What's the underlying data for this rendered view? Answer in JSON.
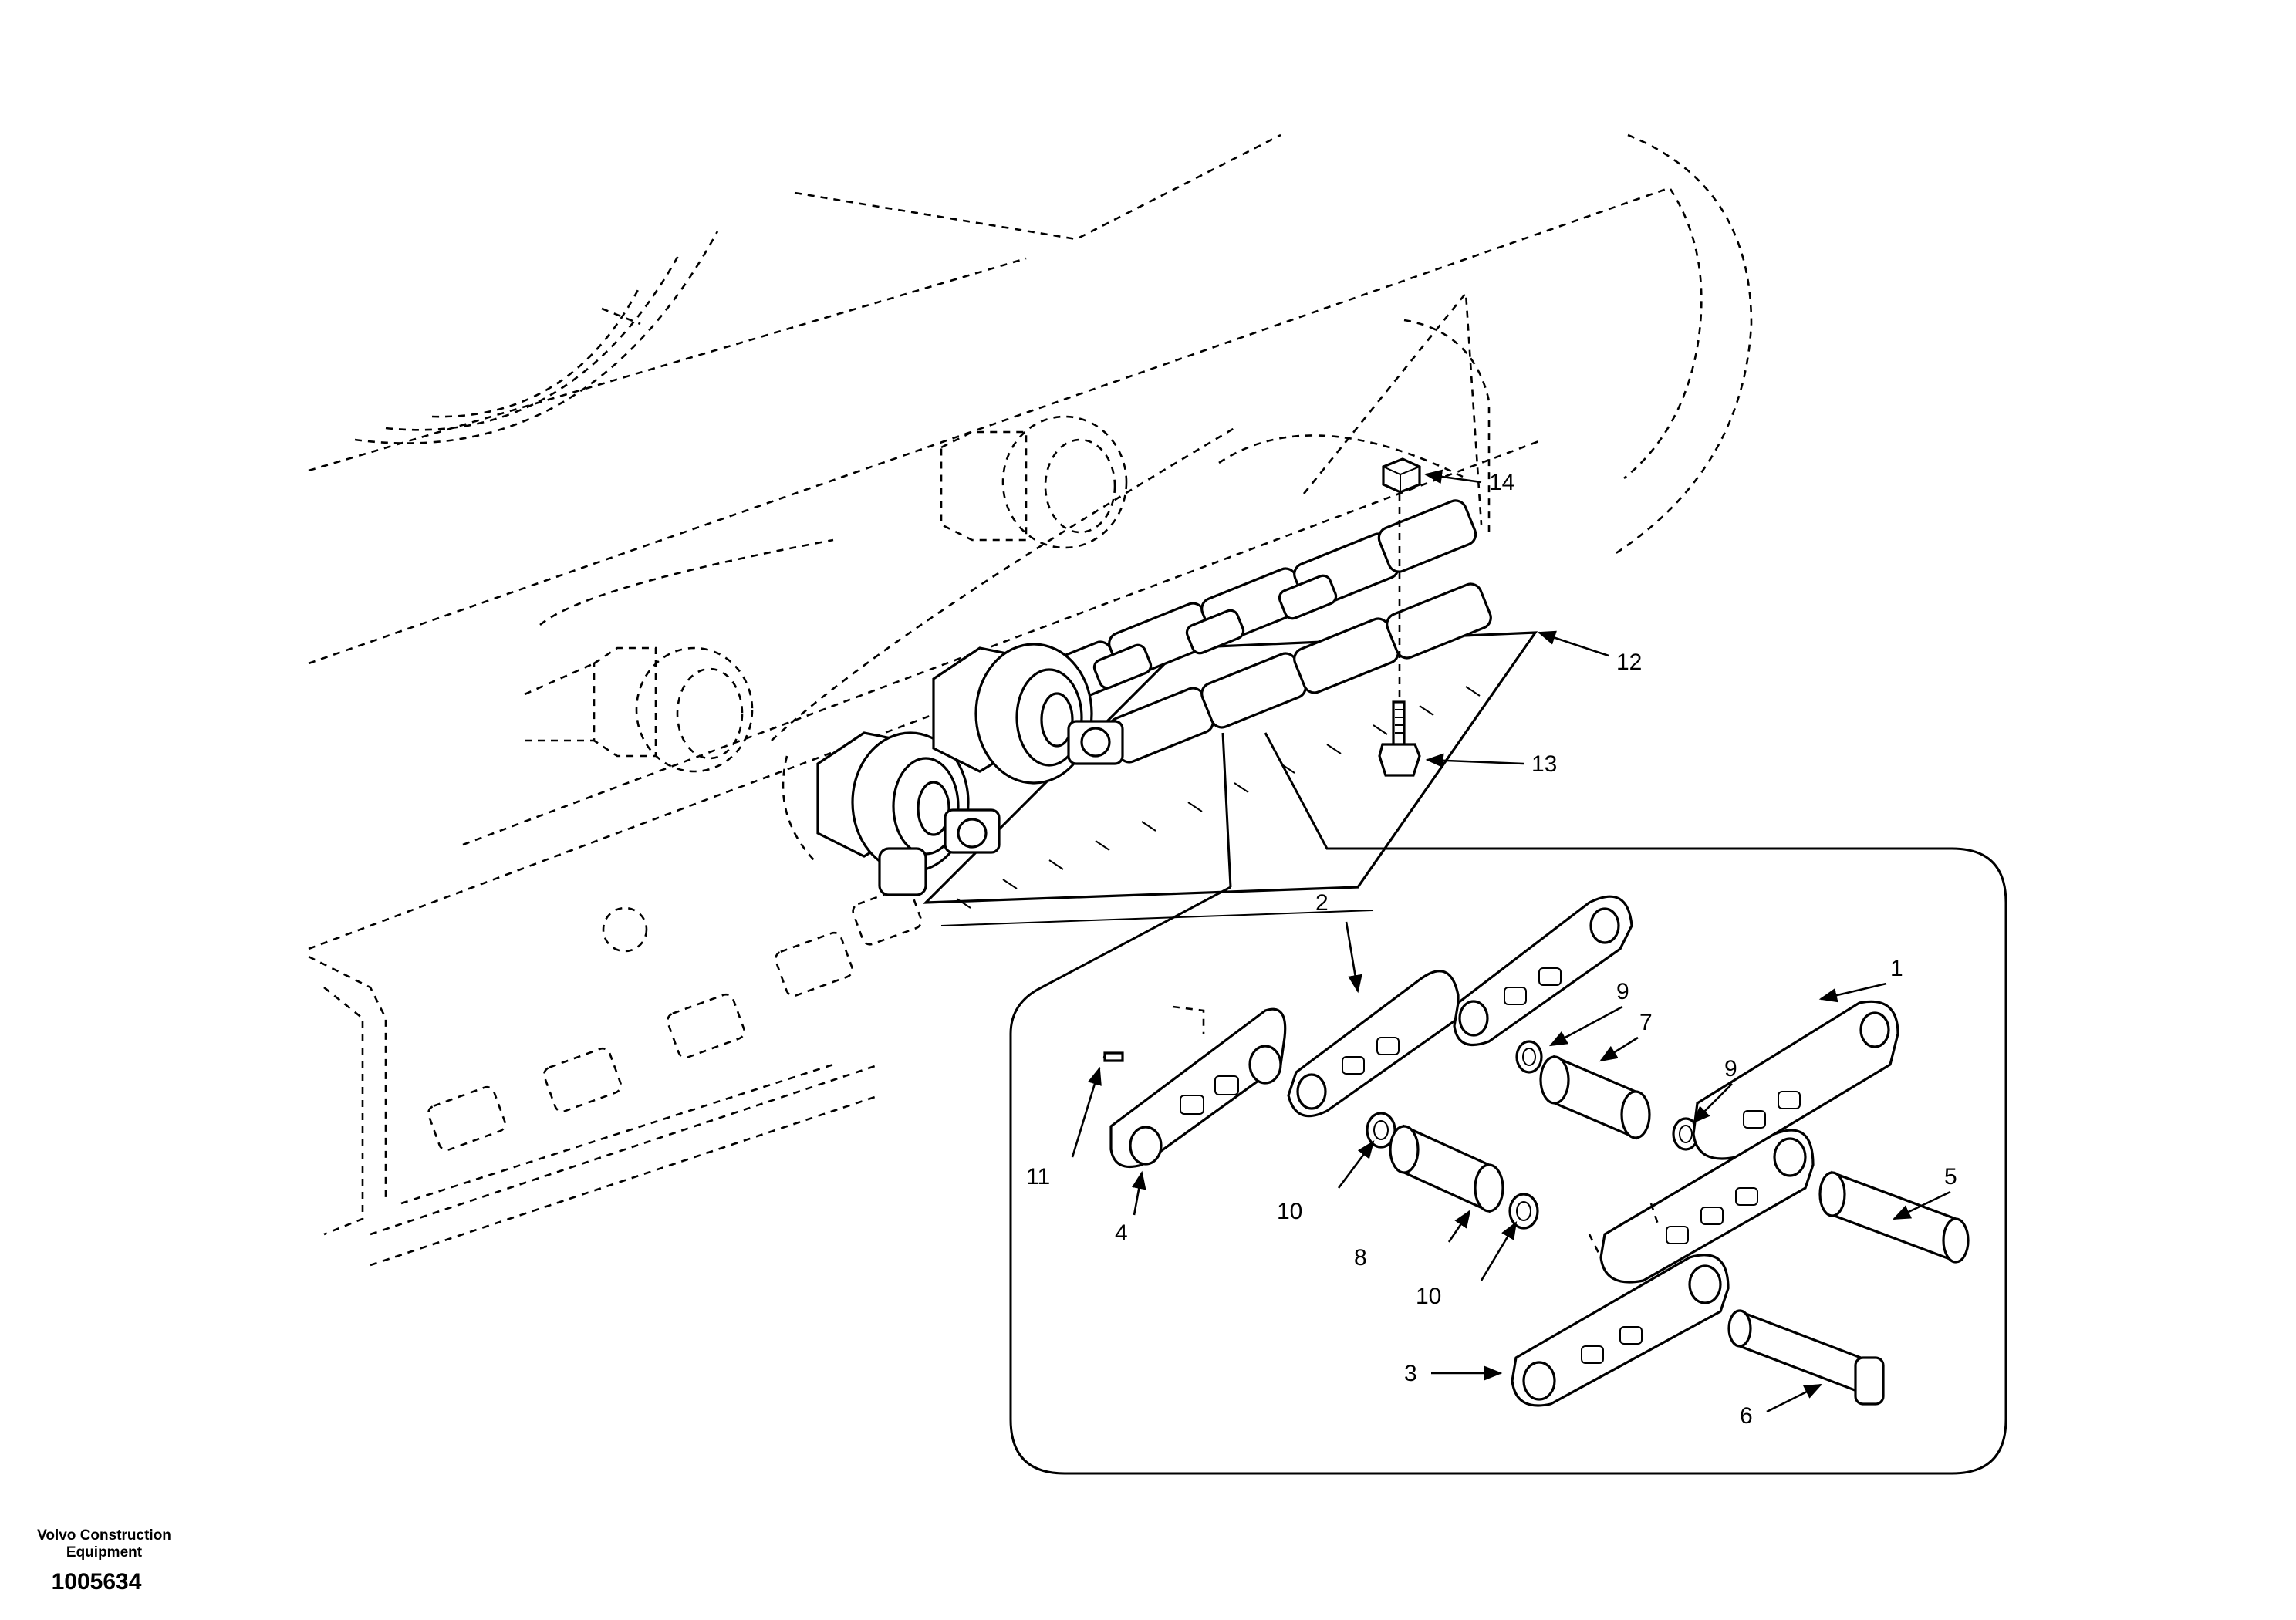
{
  "footer": {
    "maker_line1": "Volvo Construction",
    "maker_line2": "Equipment",
    "doc_number": "1005634"
  },
  "callouts": [
    {
      "id": "1",
      "text": "1"
    },
    {
      "id": "2",
      "text": "2"
    },
    {
      "id": "3",
      "text": "3"
    },
    {
      "id": "4",
      "text": "4"
    },
    {
      "id": "5",
      "text": "5"
    },
    {
      "id": "6",
      "text": "6"
    },
    {
      "id": "7",
      "text": "7"
    },
    {
      "id": "8",
      "text": "8"
    },
    {
      "id": "9a",
      "text": "9"
    },
    {
      "id": "9b",
      "text": "9"
    },
    {
      "id": "10a",
      "text": "10"
    },
    {
      "id": "10b",
      "text": "10"
    },
    {
      "id": "11",
      "text": "11"
    },
    {
      "id": "12",
      "text": "12"
    },
    {
      "id": "13",
      "text": "13"
    },
    {
      "id": "14",
      "text": "14"
    }
  ]
}
